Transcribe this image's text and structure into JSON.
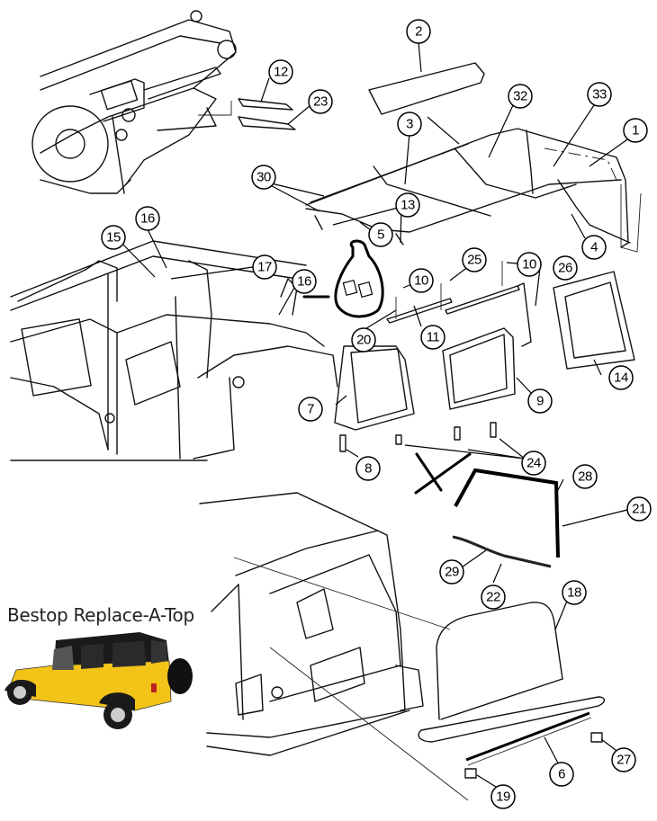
{
  "diagram": {
    "title": "Jeep Wrangler Unlimited Soft Top Parts Diagram",
    "callouts": [
      {
        "id": "c1",
        "label": "1"
      },
      {
        "id": "c2",
        "label": "2"
      },
      {
        "id": "c3",
        "label": "3"
      },
      {
        "id": "c4",
        "label": "4"
      },
      {
        "id": "c5",
        "label": "5"
      },
      {
        "id": "c6",
        "label": "6"
      },
      {
        "id": "c7",
        "label": "7"
      },
      {
        "id": "c8",
        "label": "8"
      },
      {
        "id": "c9",
        "label": "9"
      },
      {
        "id": "c10a",
        "label": "10"
      },
      {
        "id": "c10b",
        "label": "10"
      },
      {
        "id": "c11",
        "label": "11"
      },
      {
        "id": "c12",
        "label": "12"
      },
      {
        "id": "c13",
        "label": "13"
      },
      {
        "id": "c14",
        "label": "14"
      },
      {
        "id": "c15",
        "label": "15"
      },
      {
        "id": "c16a",
        "label": "16"
      },
      {
        "id": "c16b",
        "label": "16"
      },
      {
        "id": "c17",
        "label": "17"
      },
      {
        "id": "c18",
        "label": "18"
      },
      {
        "id": "c19",
        "label": "19"
      },
      {
        "id": "c20",
        "label": "20"
      },
      {
        "id": "c21",
        "label": "21"
      },
      {
        "id": "c22",
        "label": "22"
      },
      {
        "id": "c23",
        "label": "23"
      },
      {
        "id": "c24",
        "label": "24"
      },
      {
        "id": "c25",
        "label": "25"
      },
      {
        "id": "c26",
        "label": "26"
      },
      {
        "id": "c27",
        "label": "27"
      },
      {
        "id": "c28",
        "label": "28"
      },
      {
        "id": "c29",
        "label": "29"
      },
      {
        "id": "c30",
        "label": "30"
      },
      {
        "id": "c32",
        "label": "32"
      },
      {
        "id": "c33",
        "label": "33"
      }
    ]
  },
  "promo": {
    "title": "Bestop Replace-A-Top",
    "vehicle_color": "#f2c417",
    "top_color": "#1a1a1a"
  }
}
